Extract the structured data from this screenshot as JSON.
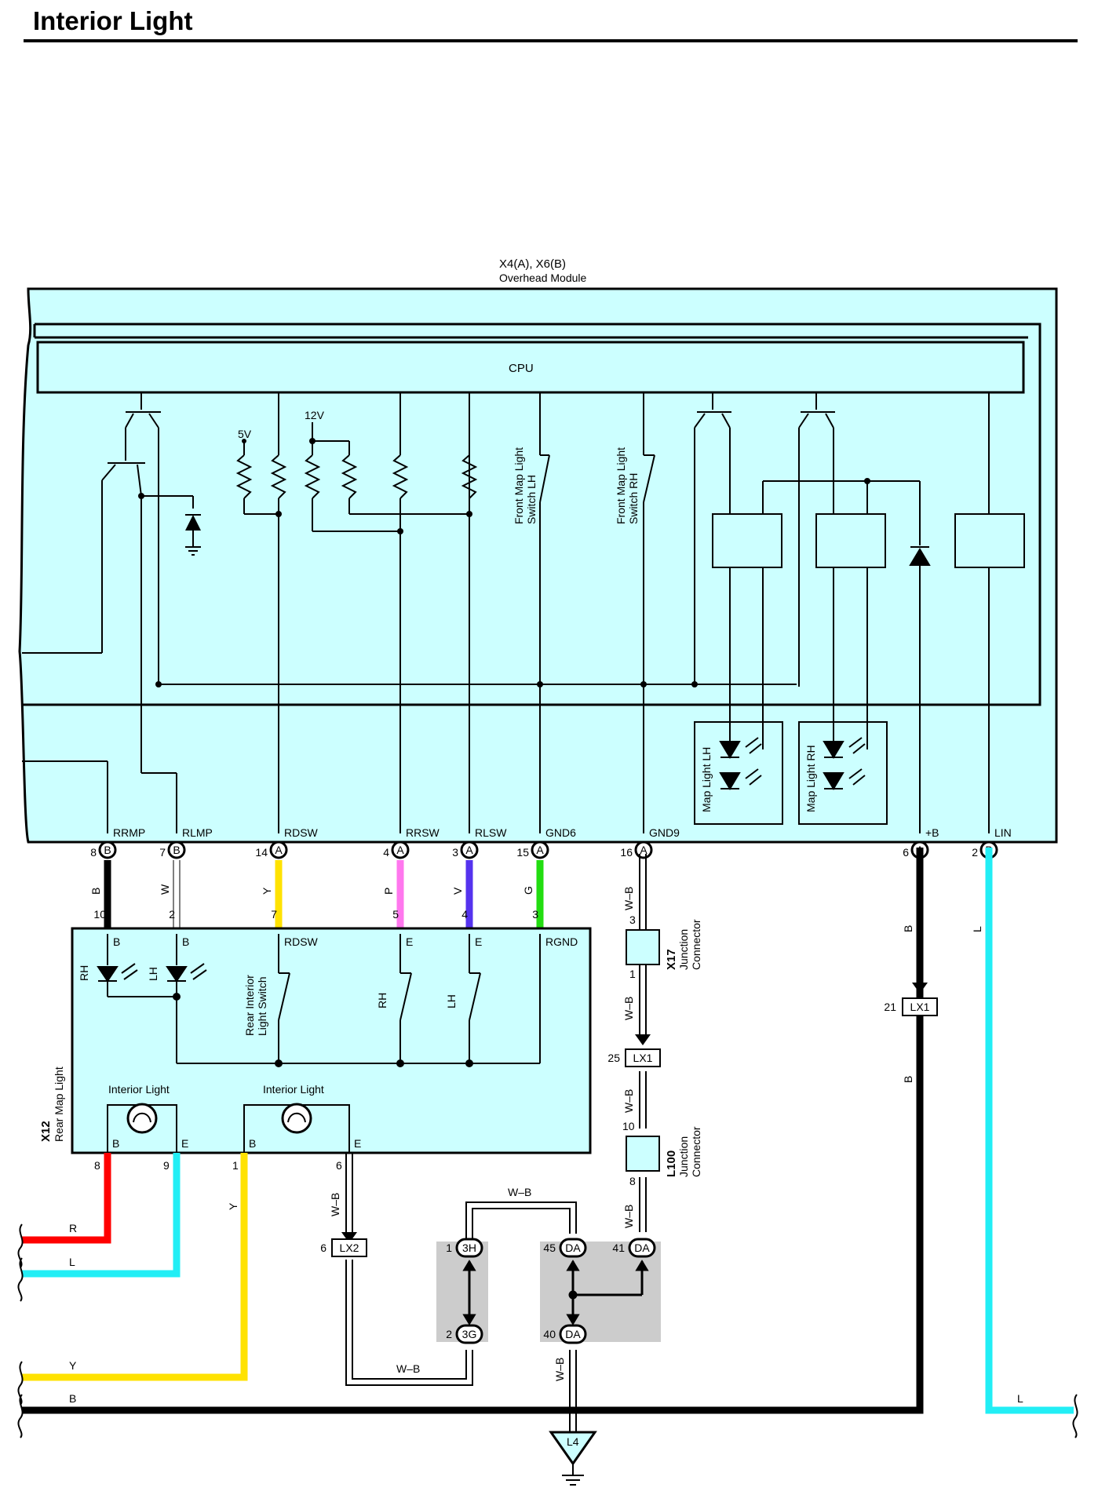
{
  "title": "Interior Light",
  "module": {
    "code": "X4(A), X6(B)",
    "name": "Overhead Module",
    "cpu": "CPU"
  },
  "voltages": {
    "v5": "5V",
    "v12": "12V"
  },
  "module_switches": {
    "lh": "Front Map Light\nSwitch LH",
    "rh": "Front Map Light\nSwitch RH"
  },
  "map_lights": {
    "lh": "Map Light LH",
    "rh": "Map Light RH"
  },
  "module_pins": [
    {
      "name": "RRMP",
      "num": "8",
      "conn": "B",
      "color": "B",
      "hex": "#000000"
    },
    {
      "name": "RLMP",
      "num": "7",
      "conn": "B",
      "color": "W",
      "hex": "#ffffff"
    },
    {
      "name": "RDSW",
      "num": "14",
      "conn": "A",
      "color": "Y",
      "hex": "#ffe200"
    },
    {
      "name": "RRSW",
      "num": "4",
      "conn": "A",
      "color": "P",
      "hex": "#ff77ee"
    },
    {
      "name": "RLSW",
      "num": "3",
      "conn": "A",
      "color": "V",
      "hex": "#5533ee"
    },
    {
      "name": "GND6",
      "num": "15",
      "conn": "A",
      "color": "G",
      "hex": "#22dd11"
    },
    {
      "name": "GND9",
      "num": "16",
      "conn": "A",
      "color": "W–B",
      "hex": "#ffffff"
    },
    {
      "name": "+B",
      "num": "6",
      "conn": "A",
      "color": "B",
      "hex": "#000000"
    },
    {
      "name": "LIN",
      "num": "2",
      "conn": "B",
      "color": "L",
      "hex": "#22eef5"
    }
  ],
  "rear_map_light": {
    "code": "X12",
    "name": "Rear Map Light",
    "top_pins": [
      "10",
      "2",
      "7",
      "5",
      "4",
      "3"
    ],
    "top_labels": [
      "B",
      "B",
      "RDSW",
      "E",
      "E",
      "RGND"
    ],
    "led_labels": [
      "RH",
      "LH"
    ],
    "switch_label": "Rear Interior\nLight Switch",
    "switch_rh": "RH",
    "switch_lh": "LH",
    "lamp_label": "Interior Light",
    "lamp_terms": [
      "B",
      "E"
    ],
    "bottom_pins": [
      "8",
      "9",
      "1",
      "6"
    ]
  },
  "junctions": {
    "x17": {
      "code": "X17",
      "name": "Junction\nConnector",
      "pin_top": "3",
      "pin_bottom": "1"
    },
    "l100": {
      "code": "L100",
      "name": "Junction\nConnector",
      "pin_top": "10",
      "pin_bottom": "8"
    }
  },
  "connectors": {
    "lx1_upper": {
      "label": "LX1",
      "pin": "25"
    },
    "lx1_right": {
      "label": "LX1",
      "pin": "21"
    },
    "lx2": {
      "label": "LX2",
      "pin": "6"
    },
    "j3h": {
      "label": "3H",
      "pin": "1"
    },
    "j3g": {
      "label": "3G",
      "pin": "2"
    },
    "da45": {
      "label": "DA",
      "pin": "45"
    },
    "da41": {
      "label": "DA",
      "pin": "41"
    },
    "da40": {
      "label": "DA",
      "pin": "40"
    }
  },
  "wire_colors": {
    "wb": "W–B",
    "b": "B",
    "l": "L",
    "r": "R",
    "y": "Y"
  },
  "ground": {
    "label": "L4"
  },
  "colors": {
    "panel": "#ccffff",
    "black": "#000000",
    "red": "#ff0000",
    "blue": "#22eef5",
    "yellow": "#ffe200",
    "pink": "#ff77ee",
    "violet": "#5533ee",
    "green": "#22dd11",
    "gray": "#cccccc"
  }
}
